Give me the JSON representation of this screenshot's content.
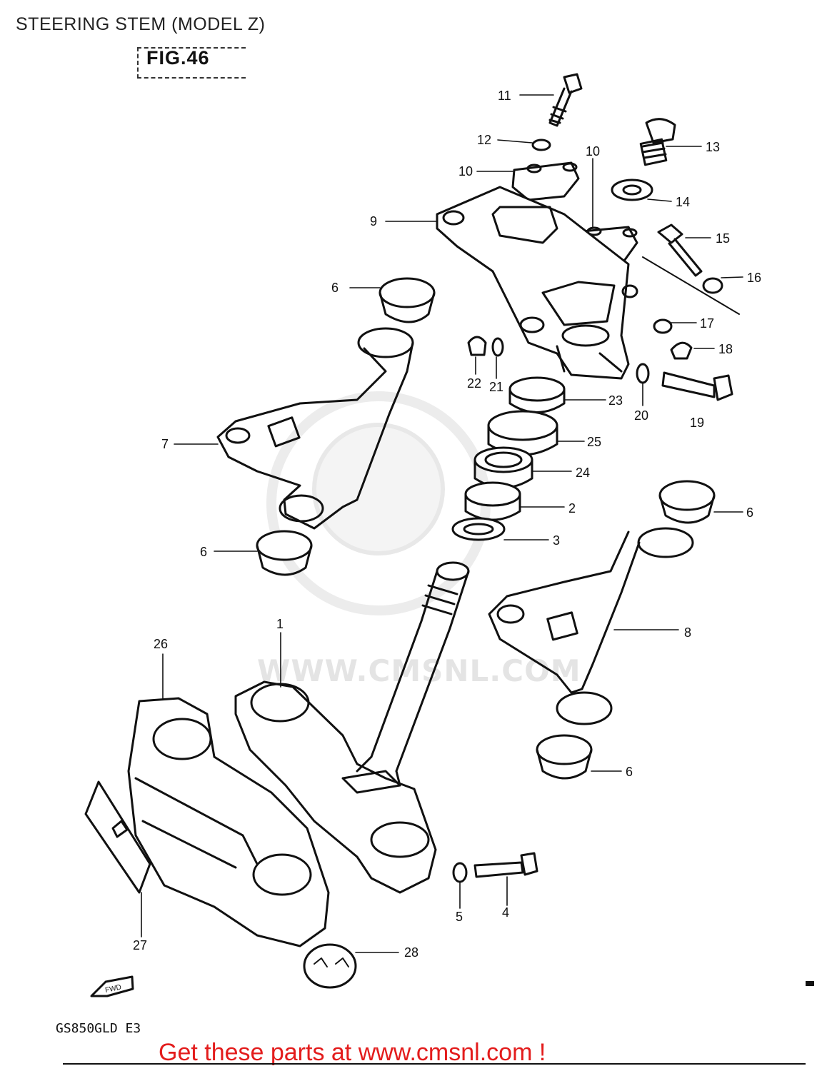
{
  "header": {
    "title": "STEERING STEM (MODEL Z)",
    "figure": "FIG.46"
  },
  "watermark": "WWW.CMSNL.COM",
  "callouts": {
    "c1": "1",
    "c2": "2",
    "c3": "3",
    "c4": "4",
    "c5": "5",
    "c6a": "6",
    "c6b": "6",
    "c6c": "6",
    "c6d": "6",
    "c7": "7",
    "c8": "8",
    "c9": "9",
    "c10a": "10",
    "c10b": "10",
    "c11": "11",
    "c12": "12",
    "c13": "13",
    "c14": "14",
    "c15": "15",
    "c16": "16",
    "c17": "17",
    "c18": "18",
    "c19": "19",
    "c20": "20",
    "c21": "21",
    "c22": "22",
    "c23": "23",
    "c24": "24",
    "c25": "25",
    "c26": "26",
    "c27": "27",
    "c28": "28"
  },
  "fwd_label": "FWD",
  "model_code": "GS850GLD E3",
  "footer": {
    "link_text": "Get these parts at www.cmsnl.com !",
    "link_color": "#e31c1c"
  }
}
